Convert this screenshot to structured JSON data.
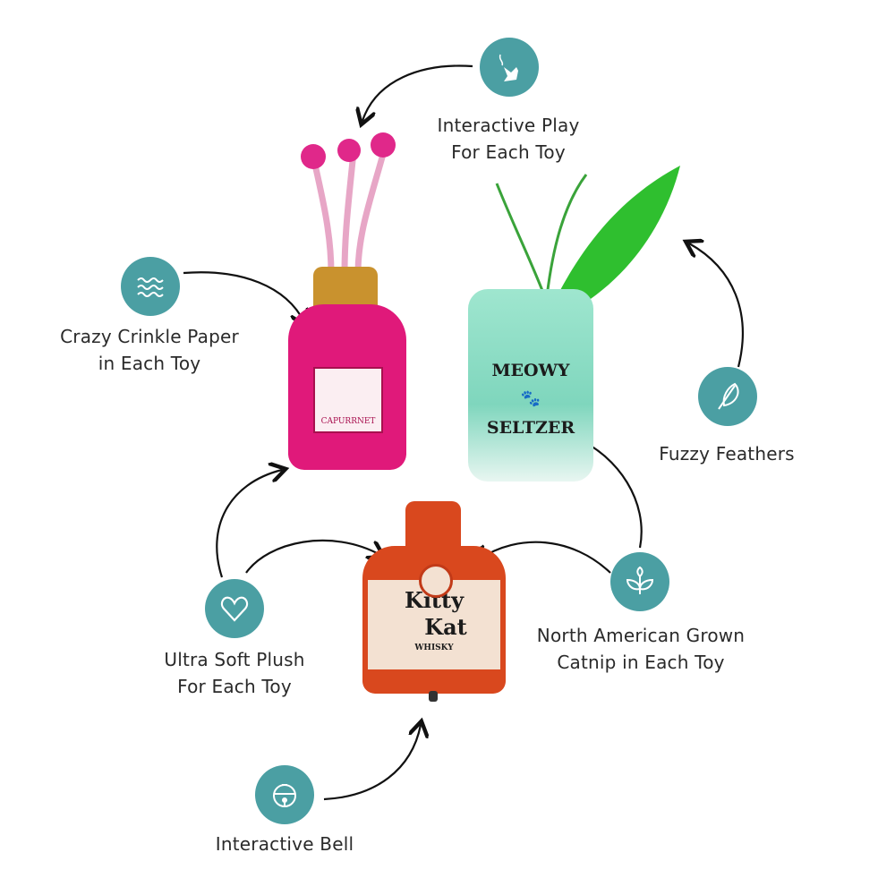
{
  "features": [
    {
      "icon": "cat-playing-icon",
      "lines": [
        "Interactive Play",
        "For Each Toy"
      ]
    },
    {
      "icon": "waves-icon",
      "lines": [
        "Crazy Crinkle Paper",
        "in Each Toy"
      ]
    },
    {
      "icon": "feather-icon",
      "lines": [
        "Fuzzy Feathers"
      ]
    },
    {
      "icon": "leaf-sprout-icon",
      "lines": [
        "North American Grown",
        "Catnip in Each Toy"
      ]
    },
    {
      "icon": "heart-icon",
      "lines": [
        "Ultra Soft Plush",
        "For Each Toy"
      ]
    },
    {
      "icon": "bell-icon",
      "lines": [
        "Interactive Bell"
      ]
    }
  ],
  "toys": {
    "wine": {
      "label": "CAPURRNET"
    },
    "seltzer": {
      "line1": "MEOWY",
      "line2": "SELTZER"
    },
    "whisky": {
      "line1": "Kitty",
      "line2": "Kat",
      "line3": "WHISKY"
    }
  },
  "colors": {
    "accent": "#4b9fa3",
    "pink": "#e0197a",
    "mint": "#8fdcc4",
    "orange": "#d9481e",
    "green": "#2fbf2f"
  }
}
